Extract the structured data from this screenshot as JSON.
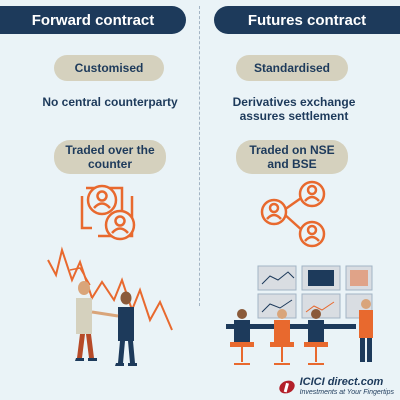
{
  "left": {
    "header": "Forward contract",
    "pill1": "Customised",
    "line1": "No central counterparty",
    "pill2": "Traded over the counter"
  },
  "right": {
    "header": "Futures contract",
    "pill1": "Standardised",
    "line1": "Derivatives exchange assures settlement",
    "pill2": "Traded on NSE and BSE"
  },
  "footer": {
    "brand": "ICICI direct.com",
    "tagline": "Investments at Your Fingertips"
  },
  "colors": {
    "navy": "#1d3a5b",
    "orange": "#e8692e",
    "pill": "#d5d1be",
    "background": "#eaf3f7"
  },
  "icons": [
    "person-network-icon",
    "person-group-icon",
    "trading-desk-illustration",
    "negotiation-illustration"
  ]
}
